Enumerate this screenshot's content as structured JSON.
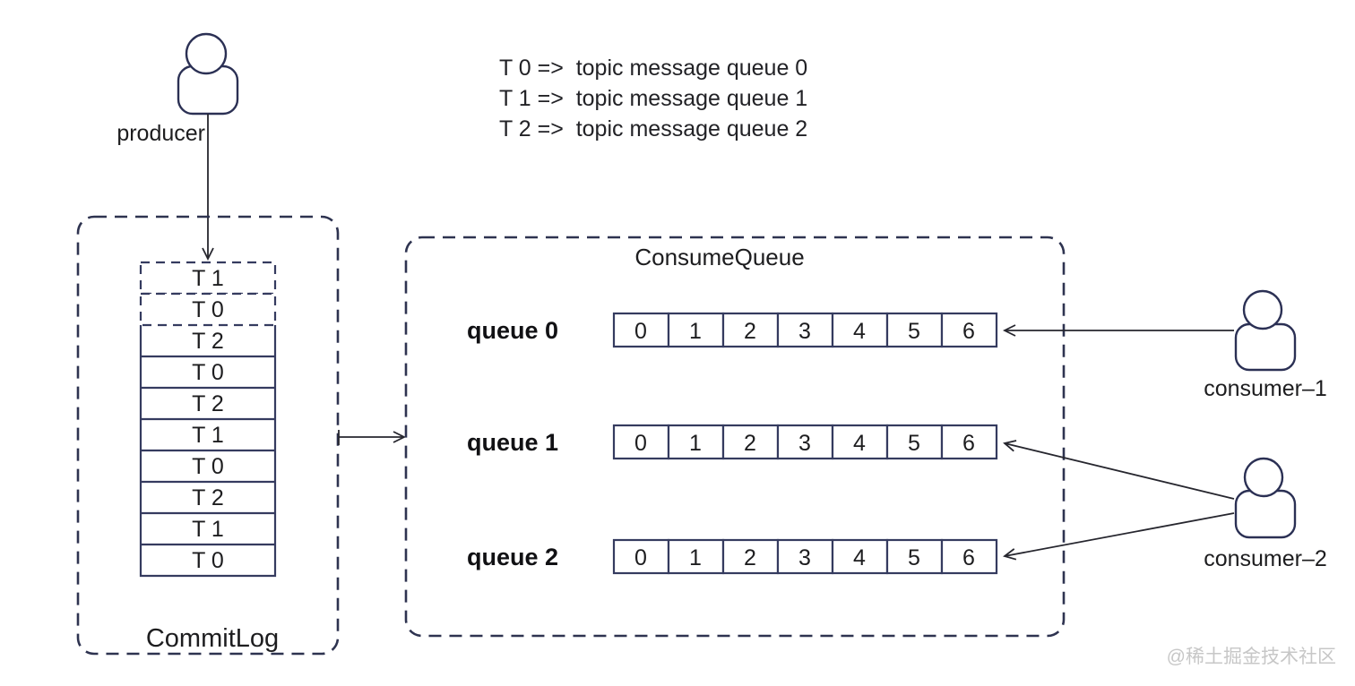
{
  "producer": {
    "label": "producer"
  },
  "legend": {
    "lines": [
      "T 0 =>  topic message queue 0",
      "T 1 =>  topic message queue 1",
      "T 2 =>  topic message queue 2"
    ]
  },
  "commitlog": {
    "label": "CommitLog",
    "cells": [
      "T 1",
      "T 0",
      "T 2",
      "T 0",
      "T 2",
      "T 1",
      "T 0",
      "T 2",
      "T 1",
      "T 0"
    ]
  },
  "consumequeue": {
    "title": "ConsumeQueue",
    "queues": [
      {
        "label": "queue 0",
        "cells": [
          "0",
          "1",
          "2",
          "3",
          "4",
          "5",
          "6"
        ]
      },
      {
        "label": "queue 1",
        "cells": [
          "0",
          "1",
          "2",
          "3",
          "4",
          "5",
          "6"
        ]
      },
      {
        "label": "queue 2",
        "cells": [
          "0",
          "1",
          "2",
          "3",
          "4",
          "5",
          "6"
        ]
      }
    ]
  },
  "consumers": [
    {
      "label": "consumer–1"
    },
    {
      "label": "consumer–2"
    }
  ],
  "watermark": "@稀土掘金技术社区",
  "colors": {
    "box_stroke": "#2e3350",
    "cell_stroke": "#353b5f",
    "arrow": "#26262e",
    "text": "#1d1d1f",
    "watermark": "#c7c7c7",
    "background": "#ffffff"
  }
}
